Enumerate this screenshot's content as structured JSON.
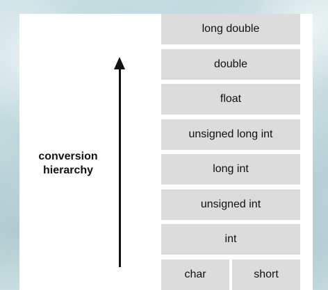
{
  "diagram": {
    "label_line1": "conversion",
    "label_line2": "hierarchy",
    "types": [
      "long double",
      "double",
      "float",
      "unsigned long int",
      "long int",
      "unsigned int",
      "int"
    ],
    "bottom_left": "char",
    "bottom_right": "short"
  }
}
